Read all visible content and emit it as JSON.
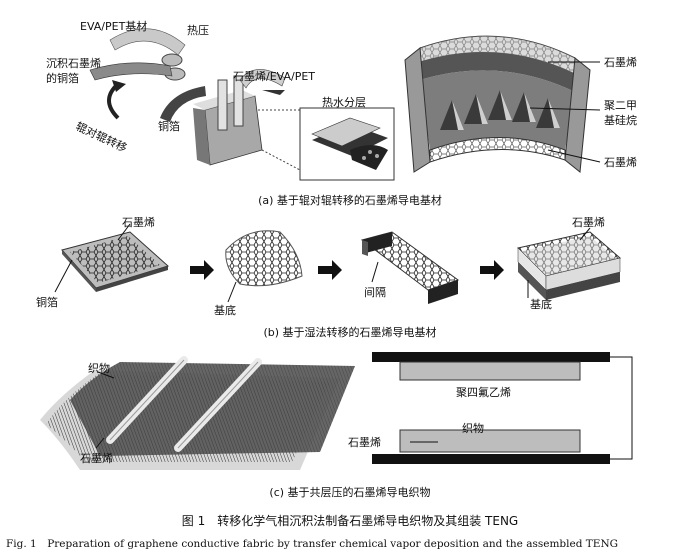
{
  "panel_a": {
    "labels": {
      "eva_pet": "EVA/PET基材",
      "hot_press": "热压",
      "cvd_copper": "沉积石墨烯\n的铜箔",
      "graphene_eva_pet": "石墨烯/EVA/PET",
      "hot_water": "热水分层",
      "copper_foil": "铜箔",
      "roll_transfer": "辊对辊转移",
      "graphene_top": "石墨烯",
      "pdms": "聚二甲\n基硅烷",
      "graphene_bottom": "石墨烯"
    },
    "caption": "(a) 基于辊对辊转移的石墨烯导电基材"
  },
  "panel_b": {
    "labels": {
      "graphene_1": "石墨烯",
      "copper": "铜箔",
      "substrate_1": "基底",
      "spacer": "间隔",
      "graphene_2": "石墨烯",
      "substrate_2": "基底"
    },
    "caption": "(b) 基于湿法转移的石墨烯导电基材"
  },
  "panel_c": {
    "labels": {
      "fabric": "织物",
      "graphene": "石墨烯",
      "ptfe": "聚四氟乙烯",
      "fabric_2": "织物",
      "graphene_2": "石墨烯"
    },
    "caption": "(c) 基于共层压的石墨烯导电织物"
  },
  "figure": {
    "title": "图 1　转移化学气相沉积法制备石墨烯导电织物及其组装 TENG",
    "title_en": "Fig. 1　Preparation of graphene conductive fabric by transfer chemical vapor deposition and the assembled TENG"
  }
}
